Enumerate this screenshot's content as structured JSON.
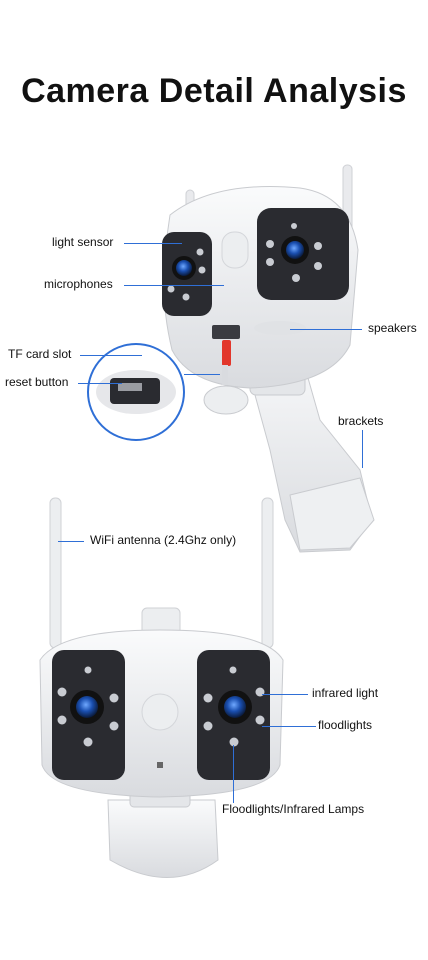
{
  "title": "Camera Detail Analysis",
  "labels": {
    "light_sensor": "light sensor",
    "microphones": "microphones",
    "speakers": "speakers",
    "tf_card_slot": "TF card slot",
    "reset_button": "reset button",
    "brackets": "brackets",
    "wifi_antenna": "WiFi antenna (2.4Ghz only)",
    "infrared_light": "infrared light",
    "floodlights": "floodlights",
    "floodlights_infrared": "Floodlights/Infrared Lamps"
  },
  "colors": {
    "callout_line": "#2f6fd6",
    "body": "#f2f3f5",
    "panel": "#2a2b30",
    "lens": "#1a4fb0",
    "card": "#e2362b"
  }
}
